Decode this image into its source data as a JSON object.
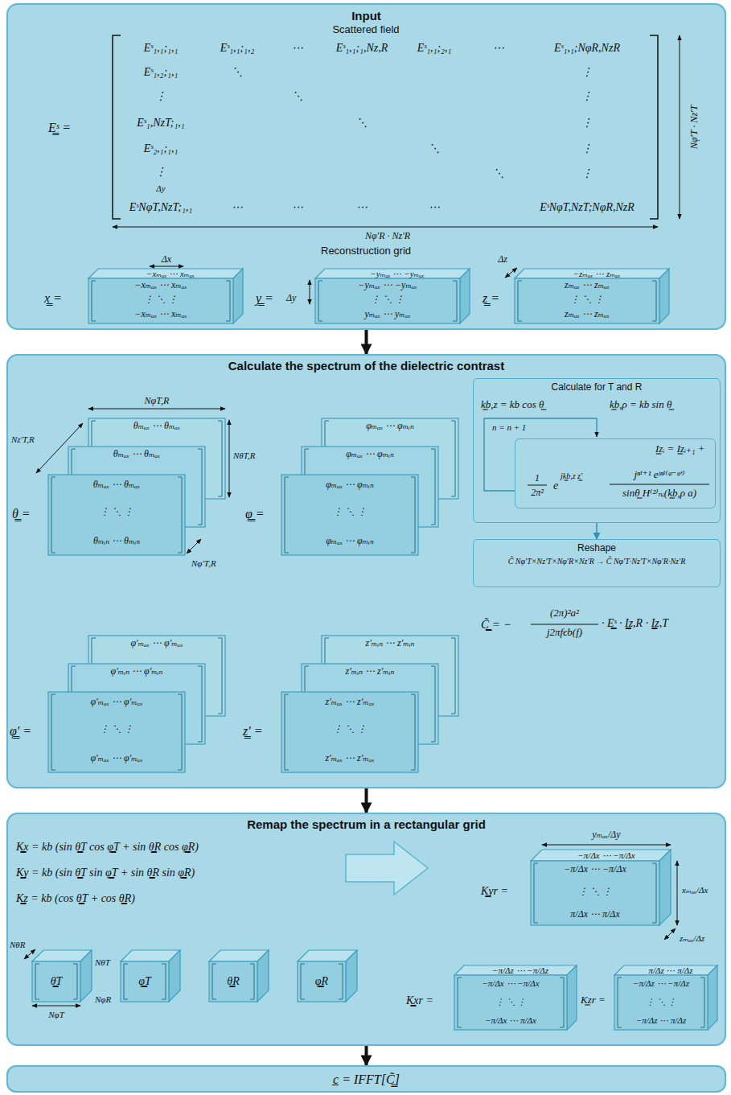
{
  "diagram": {
    "nodes": [
      {
        "text": [
          "Input"
        ]
      },
      {
        "text": [
          "Calculate the spectrum of the dielectric contrast"
        ]
      },
      {
        "text": [
          "Calculate for T and R"
        ],
        "in": 1
      },
      {
        "text": [
          "I̳zᵢ = I̳zᵢ₊₁ +"
        ],
        "in": 2
      },
      {
        "text": [
          "Reshape",
          "C̃ Nφ′T×Nz′T×Nφ′R×Nz′R → C̃ Nφ′T·Nz′T×Nφ′R·Nz′R"
        ],
        "in": 1
      },
      {
        "text": [
          "Remap the spectrum in a rectangular grid"
        ]
      },
      {
        "text": [
          "c̲ = IFFT[C̳̃]"
        ]
      }
    ],
    "edges": [
      {
        "from": 0,
        "to": 1,
        "arrow": "to"
      },
      {
        "from": 2,
        "to": 4,
        "arrow": "to"
      },
      {
        "from": 1,
        "to": 5,
        "arrow": "to"
      },
      {
        "from": 5,
        "to": 6,
        "arrow": "to"
      }
    ],
    "labels": [
      "Scattered field",
      "E̳ˢ =",
      "Eˢ₁,₁;₁,₁",
      "Eˢ₁,₁;₁,₂",
      "⋯",
      "Eˢ₁,₁;₁,Nz,R",
      "Eˢ₁,₁;₂,₁",
      "⋯",
      "Eˢ₁,₁;NφR,NzR",
      "Eˢ₁,₂;₁,₁",
      "⋱",
      "⋮",
      "⋮",
      "⋱",
      "⋮",
      "Eˢ₁,NzT;₁,₁",
      "⋱",
      "⋮",
      "Eˢ₂,₁;₁,₁",
      "⋱",
      "⋮",
      "⋮",
      "⋱",
      "⋮",
      "Δy",
      "EˢNφT,NzT;₁,₁",
      "⋯",
      "⋯",
      "⋯",
      "⋯",
      "EˢNφT,NzT;NφR,NzR",
      "Nφ′T · Nz′T",
      "Nφ′R · Nz′R",
      "Reconstruction grid",
      "Δx",
      "x̳ =",
      "−xₘₐₓ ⋯ xₘₐₓ",
      "−xₘₐₓ ⋯ xₘₐₓ",
      "⋮ ⋱ ⋮",
      "−xₘₐₓ ⋯ xₘₐₓ",
      "y̳ =",
      "Δy",
      "−yₘₐₓ ⋯ −yₘₐₓ",
      "−yₘₐₓ ⋯ −yₘₐₓ",
      "⋮ ⋱ ⋮",
      "yₘₐₓ ⋯ yₘₐₓ",
      "Δz",
      "z̳ =",
      "−zₘₐₓ ⋯ zₘₐₓ",
      "zₘₐₓ ⋯ zₘₐₓ",
      "⋮ ⋱ ⋮",
      "zₘₐₓ ⋯ zₘₐₓ",
      "NφT,R",
      "Nz′T,R",
      "NθT,R",
      "θₘₐₓ ⋯ θₘₐₓ",
      "θₘₐₓ ⋯ θₘₐₓ",
      "θ̳ =",
      "θₘₐₓ ⋯ θₘₐₓ",
      "⋮ ⋱ ⋮",
      "θₘᵢₙ ⋯ θₘᵢₙ",
      "Nφ′T,R",
      "φₘₐₓ ⋯ φₘᵢₙ",
      "φₘₐₓ ⋯ φₘᵢₙ",
      "φ̳ =",
      "φₘₐₓ ⋯ φₘᵢₙ",
      "⋮ ⋱ ⋮",
      "φₘₐₓ ⋯ φₘᵢₙ",
      "k̳b,z = kb cos θ̳",
      "k̳b,ρ = kb sin θ̳",
      "n = n + 1",
      "1",
      "2π²",
      "e",
      "jk̳b,z z̳′",
      "jⁿⁱ⁺¹ eʲⁿⁱ⁽ᵠ⁻ᵠ′⁾",
      "sinθ̳ H⁽²⁾ₙᵢ(k̳b,ρ a)",
      "C̳̃ = −",
      "(2π)²a²",
      "j2πfϵb(f)",
      "· E̳ˢ · I̳z,R · I̳z,T",
      "φ′ₘₐₓ ⋯ φ′ₘₐₓ",
      "φ′ₘᵢₙ ⋯ φ′ₘᵢₙ",
      "φ̳′ =",
      "φ′ₘₐₓ ⋯ φ′ₘₐₓ",
      "⋮ ⋱ ⋮",
      "φ′ₘₐₓ ⋯ φ′ₘₐₓ",
      "z′ₘᵢₙ ⋯ z′ₘᵢₙ",
      "z′ₘᵢₙ ⋯ z′ₘᵢₙ",
      "z̳′ =",
      "z′ₘₐₓ ⋯ z′ₘₐₓ",
      "⋮ ⋱ ⋮",
      "z′ₘₐₓ ⋯ z′ₘₐₓ",
      "K̳x = kb (sin θ̳T cos φ̳T + sin θ̳R cos φ̳R)",
      "K̳y = kb (sin θ̳T sin φ̳T + sin θ̳R sin φ̳R)",
      "K̳z = kb (cos θ̳T + cos θ̳R)",
      "yₘₐₓ/Δy",
      "K̳yr =",
      "−π/Δx ⋯ −π/Δx",
      "−π/Δx ⋯ −π/Δx",
      "⋮ ⋱ ⋮",
      "π/Δx ⋯ π/Δx",
      "xₘₐₓ/Δx",
      "zₘₐₓ/Δz",
      "NθR",
      "θ̳T",
      "NθT",
      "NφR",
      "φ̳T",
      "NφT",
      "θ̳R",
      "φ̳R",
      "K̳xr =",
      "−π/Δz ⋯ −π/Δz",
      "−π/Δx ⋯ −π/Δx",
      "⋮ ⋱ ⋮",
      "−π/Δx ⋯ π/Δx",
      "K̳zr =",
      "π/Δz ⋯ π/Δz",
      "−π/Δz ⋯ −π/Δz",
      "⋮ ⋱ ⋮",
      "−π/Δz ⋯ π/Δz"
    ]
  }
}
